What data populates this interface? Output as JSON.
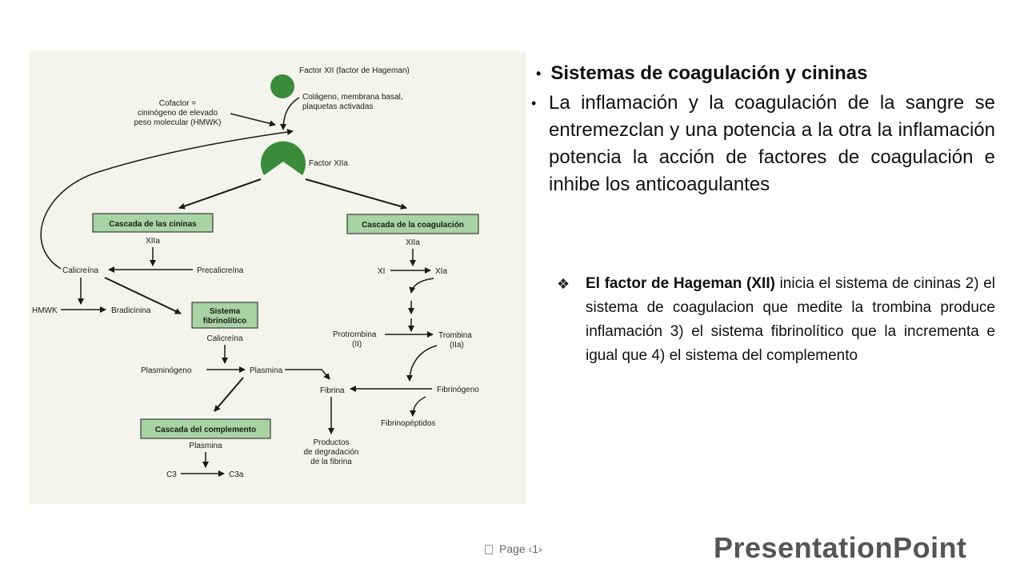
{
  "diagram": {
    "factor_xii": "Factor XII (factor de Hageman)",
    "collagen": [
      "Colágeno, membrana basal,",
      "plaquetas activadas"
    ],
    "cofactor": [
      "Cofactor =",
      "cininógeno de elevado",
      "peso molecular (HMWK)"
    ],
    "factor_xiia": "Factor XIIa",
    "cascade_kinins": "Cascada de las cininas",
    "cascade_coag": "Cascada de la coagulación",
    "xiia_left": "XIIa",
    "xiia_right": "XIIa",
    "calicreina": "Calicreína",
    "precalicreina": "Precalicreína",
    "xi": "XI",
    "xia": "XIa",
    "hmwk": "HMWK",
    "bradicinina": "Bradicinina",
    "fibrinolytic": [
      "Sistema",
      "fibrinolítico"
    ],
    "calicreina2": "Calicreína",
    "protrombina": [
      "Protrombina",
      "(II)"
    ],
    "trombina": [
      "Trombina",
      "(IIa)"
    ],
    "plasminogeno": "Plasminógeno",
    "plasmina": "Plasmina",
    "fibrina": "Fibrina",
    "fibrinogeno": "Fibrinógeno",
    "fibrinopeptidos": "Fibrinopéptidos",
    "cascade_complement": "Cascada del complemento",
    "plasmina2": "Plasmina",
    "productos": [
      "Productos",
      "de degradación",
      "de la fibrina"
    ],
    "c3": "C3",
    "c3a": "C3a"
  },
  "text": {
    "bullet1": "Sistemas de coagulación y cininas",
    "bullet2": "La inflamación y la coagulación de la sangre se entremezclan y una potencia a la otra la inflamación potencia la acción de factores de coagulación e inhibe los anticoagulantes",
    "bullet3_strong": "El factor de Hageman (XII)",
    "bullet3_rest": " inicia el sistema de cininas 2) el sistema de coagulacion que medite la trombina produce inflamación 3) el sistema fibrinolítico que la incrementa e igual que 4) el sistema del complemento"
  },
  "footer": {
    "page": "Page ‹1›",
    "logo_a": "Presentation",
    "logo_b": "Point"
  },
  "colors": {
    "circle_green": "#3a8c3a",
    "box_fill": "#a9d3a4",
    "paper": "#f4f4ee"
  }
}
